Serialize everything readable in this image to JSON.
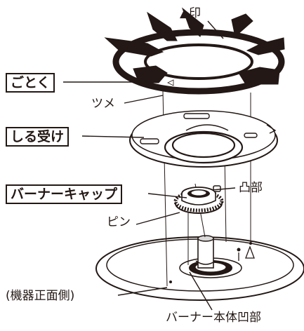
{
  "labels": {
    "gotoku": "ごとく",
    "shiru_uke": "しる受け",
    "burner_cap": "バーナーキャップ",
    "mark_triangle": "▲印",
    "tsume": "ツメ",
    "totsubu": "凸部",
    "pin": "ピン",
    "front": "(機器正面側)",
    "burner_body_recess": "バーナー本体凹部"
  },
  "colors": {
    "line": "#231815",
    "dark_fill": "#231815",
    "white": "#ffffff",
    "light_gray": "#d9d9d9"
  }
}
